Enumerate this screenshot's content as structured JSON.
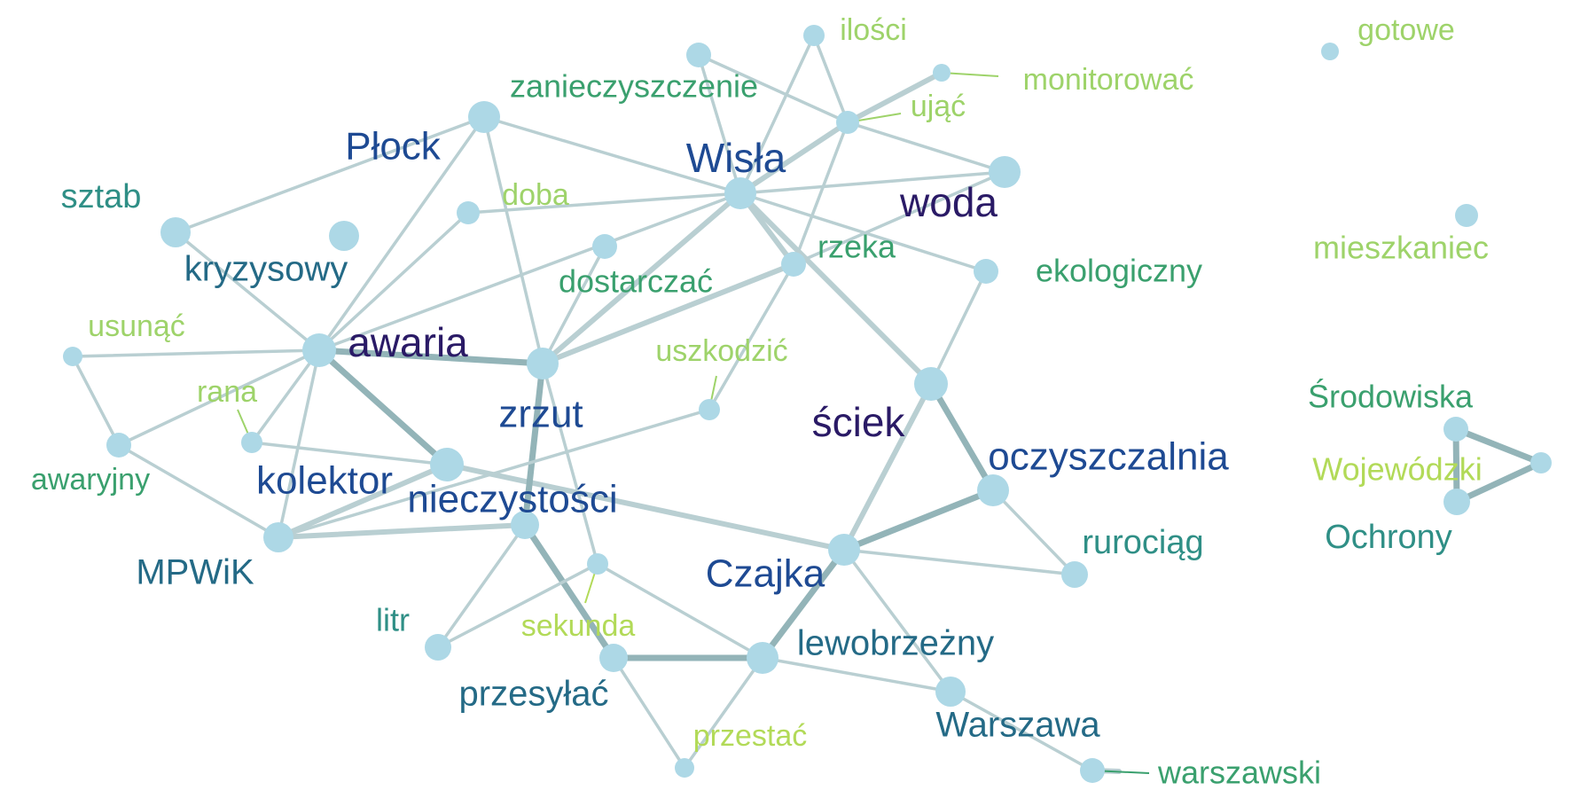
{
  "graph": {
    "node_color": "#add8e6",
    "edge_color": "#b9cfd2",
    "edge_color_strong": "#93b4b8",
    "nodes": [
      {
        "id": "Wisła",
        "label": "Wisła",
        "color": "#1e4a93",
        "tier": 2
      },
      {
        "id": "woda",
        "label": "woda",
        "color": "#2a1a66",
        "tier": 1
      },
      {
        "id": "awaria",
        "label": "awaria",
        "color": "#2a1a66",
        "tier": 1
      },
      {
        "id": "ściek",
        "label": "ściek",
        "color": "#2a1a66",
        "tier": 1
      },
      {
        "id": "Płock",
        "label": "Płock",
        "color": "#1e4a93",
        "tier": 2
      },
      {
        "id": "zrzut",
        "label": "zrzut",
        "color": "#1e4a93",
        "tier": 2
      },
      {
        "id": "kolektor",
        "label": "kolektor",
        "color": "#1e4a93",
        "tier": 2
      },
      {
        "id": "oczyszczalnia",
        "label": "oczyszczalnia",
        "color": "#1e4a93",
        "tier": 2
      },
      {
        "id": "Czajka",
        "label": "Czajka",
        "color": "#1e4a93",
        "tier": 2
      },
      {
        "id": "nieczystości",
        "label": "nieczystości",
        "color": "#1e4a93",
        "tier": 2
      },
      {
        "id": "kryzysowy",
        "label": "kryzysowy",
        "color": "#246a86",
        "tier": 3
      },
      {
        "id": "MPWiK",
        "label": "MPWiK",
        "color": "#246a86",
        "tier": 3
      },
      {
        "id": "przesyłać",
        "label": "przesyłać",
        "color": "#246a86",
        "tier": 3
      },
      {
        "id": "lewobrzeżny",
        "label": "lewobrzeżny",
        "color": "#246a86",
        "tier": 3
      },
      {
        "id": "Warszawa",
        "label": "Warszawa",
        "color": "#246a86",
        "tier": 3
      },
      {
        "id": "sztab",
        "label": "sztab",
        "color": "#2f8f86",
        "tier": 4
      },
      {
        "id": "Ochrony",
        "label": "Ochrony",
        "color": "#2f8f86",
        "tier": 4
      },
      {
        "id": "rurociąg",
        "label": "rurociąg",
        "color": "#2f8f86",
        "tier": 4
      },
      {
        "id": "litr",
        "label": "litr",
        "color": "#2f8f86",
        "tier": 4
      },
      {
        "id": "Środowiska",
        "label": "Środowiska",
        "color": "#3aa06e",
        "tier": 5
      },
      {
        "id": "zanieczyszczenie",
        "label": "zanieczyszczenie",
        "color": "#3aa06e",
        "tier": 5
      },
      {
        "id": "dostarczać",
        "label": "dostarczać",
        "color": "#3aa06e",
        "tier": 5
      },
      {
        "id": "rzeka",
        "label": "rzeka",
        "color": "#3aa06e",
        "tier": 5
      },
      {
        "id": "ekologiczny",
        "label": "ekologiczny",
        "color": "#3aa06e",
        "tier": 5
      },
      {
        "id": "awaryjny",
        "label": "awaryjny",
        "color": "#3aa06e",
        "tier": 5
      },
      {
        "id": "warszawski",
        "label": "warszawski",
        "color": "#3aa06e",
        "tier": 5
      },
      {
        "id": "mieszkaniec",
        "label": "mieszkaniec",
        "color": "#9ed36a",
        "tier": 6
      },
      {
        "id": "Wojewódzki",
        "label": "Wojewódzki",
        "color": "#b2da58",
        "tier": 6
      },
      {
        "id": "doba",
        "label": "doba",
        "color": "#9ed36a",
        "tier": 6
      },
      {
        "id": "usunąć",
        "label": "usunąć",
        "color": "#9ed36a",
        "tier": 6
      },
      {
        "id": "rana",
        "label": "rana",
        "color": "#9ed36a",
        "tier": 6
      },
      {
        "id": "uszkodzić",
        "label": "uszkodzić",
        "color": "#9ed36a",
        "tier": 6
      },
      {
        "id": "sekunda",
        "label": "sekunda",
        "color": "#b2da58",
        "tier": 6
      },
      {
        "id": "przestać",
        "label": "przestać",
        "color": "#b2da58",
        "tier": 6
      },
      {
        "id": "ilości",
        "label": "ilości",
        "color": "#9ed36a",
        "tier": 6
      },
      {
        "id": "gotowe",
        "label": "gotowe",
        "color": "#9ed36a",
        "tier": 6
      },
      {
        "id": "monitorować",
        "label": "monitorować",
        "color": "#9ed36a",
        "tier": 6
      },
      {
        "id": "ująć",
        "label": "ująć",
        "color": "#9ed36a",
        "tier": 6
      },
      {
        "id": "n_top",
        "label": "",
        "color": "#9ed36a",
        "tier": 6
      }
    ],
    "edges": [
      [
        "Płock",
        "zanieczyszczenie",
        1
      ],
      [
        "zanieczyszczenie",
        "Wisła",
        1
      ],
      [
        "Płock",
        "sztab",
        1
      ],
      [
        "Płock",
        "zrzut",
        1
      ],
      [
        "Płock",
        "awaria",
        1
      ],
      [
        "sztab",
        "awaria",
        1
      ],
      [
        "n_top",
        "Wisła",
        1
      ],
      [
        "n_top",
        "ująć",
        1
      ],
      [
        "ilości",
        "Wisła",
        1
      ],
      [
        "ilości",
        "ująć",
        1
      ],
      [
        "ująć",
        "monitorować",
        2
      ],
      [
        "ująć",
        "Wisła",
        2
      ],
      [
        "ująć",
        "rzeka",
        1
      ],
      [
        "ująć",
        "woda",
        1
      ],
      [
        "Wisła",
        "woda",
        1
      ],
      [
        "Wisła",
        "doba",
        1
      ],
      [
        "Wisła",
        "zrzut",
        2
      ],
      [
        "Wisła",
        "rzeka",
        2
      ],
      [
        "Wisła",
        "ekologiczny",
        1
      ],
      [
        "Wisła",
        "ściek",
        2
      ],
      [
        "Wisła",
        "awaria",
        1
      ],
      [
        "rzeka",
        "woda",
        1
      ],
      [
        "rzeka",
        "zrzut",
        2
      ],
      [
        "rzeka",
        "uszkodzić",
        1
      ],
      [
        "dostarczać",
        "zrzut",
        1
      ],
      [
        "doba",
        "awaria",
        1
      ],
      [
        "awaria",
        "zrzut",
        3
      ],
      [
        "awaria",
        "kolektor",
        3
      ],
      [
        "awaria",
        "usunąć",
        1
      ],
      [
        "awaria",
        "awaryjny",
        1
      ],
      [
        "awaria",
        "rana",
        1
      ],
      [
        "usunąć",
        "awaryjny",
        1
      ],
      [
        "awaryjny",
        "MPWiK",
        1
      ],
      [
        "rana",
        "kolektor",
        1
      ],
      [
        "kolektor",
        "MPWiK",
        2
      ],
      [
        "kolektor",
        "Czajka",
        2
      ],
      [
        "MPWiK",
        "nieczystości",
        2
      ],
      [
        "MPWiK",
        "awaria",
        1
      ],
      [
        "zrzut",
        "nieczystości",
        3
      ],
      [
        "zrzut",
        "sekunda",
        1
      ],
      [
        "nieczystości",
        "litr",
        1
      ],
      [
        "nieczystości",
        "przesyłać",
        3
      ],
      [
        "litr",
        "sekunda",
        1
      ],
      [
        "sekunda",
        "lewobrzeżny",
        1
      ],
      [
        "przesyłać",
        "lewobrzeżny",
        3
      ],
      [
        "przesyłać",
        "przestać",
        1
      ],
      [
        "przestać",
        "lewobrzeżny",
        1
      ],
      [
        "lewobrzeżny",
        "Czajka",
        3
      ],
      [
        "lewobrzeżny",
        "Warszawa",
        1
      ],
      [
        "Czajka",
        "ściek",
        2
      ],
      [
        "Czajka",
        "oczyszczalnia",
        3
      ],
      [
        "Czajka",
        "rurociąg",
        1
      ],
      [
        "Czajka",
        "Warszawa",
        1
      ],
      [
        "ściek",
        "oczyszczalnia",
        3
      ],
      [
        "ściek",
        "ekologiczny",
        1
      ],
      [
        "oczyszczalnia",
        "rurociąg",
        1
      ],
      [
        "Warszawa",
        "warszawski",
        1
      ],
      [
        "warszawski",
        "warszawski_tail",
        2
      ],
      [
        "uszkodzić",
        "MPWiK",
        1
      ],
      [
        "Środowiska",
        "Wojewódzki",
        3
      ],
      [
        "Środowiska",
        "Ochrony",
        3
      ],
      [
        "Wojewódzki",
        "Ochrony",
        3
      ]
    ]
  }
}
